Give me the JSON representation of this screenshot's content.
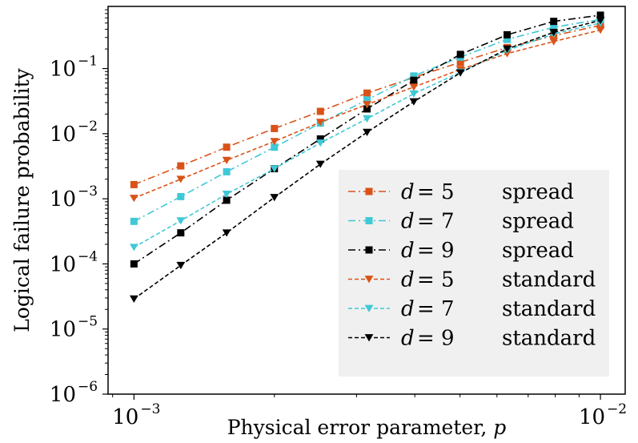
{
  "chart_data": {
    "type": "line",
    "xscale": "log",
    "yscale": "log",
    "xlim": [
      0.00088,
      0.0113
    ],
    "ylim": [
      1e-06,
      0.9
    ],
    "xlabel": "Physical error parameter, p",
    "ylabel": "Logical failure probability",
    "x_ticks": [
      {
        "value": 0.001,
        "base": "10",
        "exp": "−3"
      },
      {
        "value": 0.01,
        "base": "10",
        "exp": "−2"
      }
    ],
    "y_ticks": [
      {
        "value": 1e-06,
        "base": "10",
        "exp": "−6"
      },
      {
        "value": 1e-05,
        "base": "10",
        "exp": "−5"
      },
      {
        "value": 0.0001,
        "base": "10",
        "exp": "−4"
      },
      {
        "value": 0.001,
        "base": "10",
        "exp": "−3"
      },
      {
        "value": 0.01,
        "base": "10",
        "exp": "−2"
      },
      {
        "value": 0.1,
        "base": "10",
        "exp": "−1"
      }
    ],
    "x": [
      0.001,
      0.00126,
      0.00158,
      0.002,
      0.00251,
      0.00316,
      0.00398,
      0.00501,
      0.00631,
      0.00794,
      0.01
    ],
    "legend_position": "lower-right",
    "series": [
      {
        "name": "d = 5",
        "label_d": "d",
        "label_eq": "= 5",
        "label_kind": "spread",
        "color": "#d95319",
        "marker": "square",
        "dash": "dashdot",
        "values": [
          0.00165,
          0.0032,
          0.0062,
          0.012,
          0.022,
          0.042,
          0.073,
          0.125,
          0.21,
          0.32,
          0.46
        ]
      },
      {
        "name": "d = 7",
        "label_d": "d",
        "label_eq": "= 7",
        "label_kind": "spread",
        "color": "#40c8d6",
        "marker": "square",
        "dash": "dashdot",
        "values": [
          0.00045,
          0.00108,
          0.0026,
          0.0062,
          0.0145,
          0.033,
          0.077,
          0.15,
          0.28,
          0.43,
          0.57
        ]
      },
      {
        "name": "d = 9",
        "label_d": "d",
        "label_eq": "= 9",
        "label_kind": "spread",
        "color": "#000000",
        "marker": "square",
        "dash": "dashdot",
        "values": [
          0.0001,
          0.0003,
          0.00095,
          0.0029,
          0.0083,
          0.024,
          0.066,
          0.165,
          0.33,
          0.53,
          0.66
        ]
      },
      {
        "name": "d = 5",
        "label_d": "d",
        "label_eq": "= 5",
        "label_kind": "standard",
        "color": "#d95319",
        "marker": "triangle-down",
        "dash": "dashed",
        "values": [
          0.00102,
          0.002,
          0.0039,
          0.0076,
          0.015,
          0.028,
          0.052,
          0.097,
          0.17,
          0.26,
          0.39
        ]
      },
      {
        "name": "d = 7",
        "label_d": "d",
        "label_eq": "= 7",
        "label_kind": "standard",
        "color": "#40c8d6",
        "marker": "triangle-down",
        "dash": "dashed",
        "values": [
          0.00018,
          0.00046,
          0.00118,
          0.0029,
          0.0072,
          0.017,
          0.041,
          0.088,
          0.19,
          0.34,
          0.5
        ]
      },
      {
        "name": "d = 9",
        "label_d": "d",
        "label_eq": "= 9",
        "label_kind": "standard",
        "color": "#000000",
        "marker": "triangle-down",
        "dash": "dashed",
        "values": [
          2.9e-05,
          9.5e-05,
          0.0003,
          0.00105,
          0.0034,
          0.0105,
          0.031,
          0.086,
          0.2,
          0.36,
          0.55
        ]
      }
    ]
  }
}
